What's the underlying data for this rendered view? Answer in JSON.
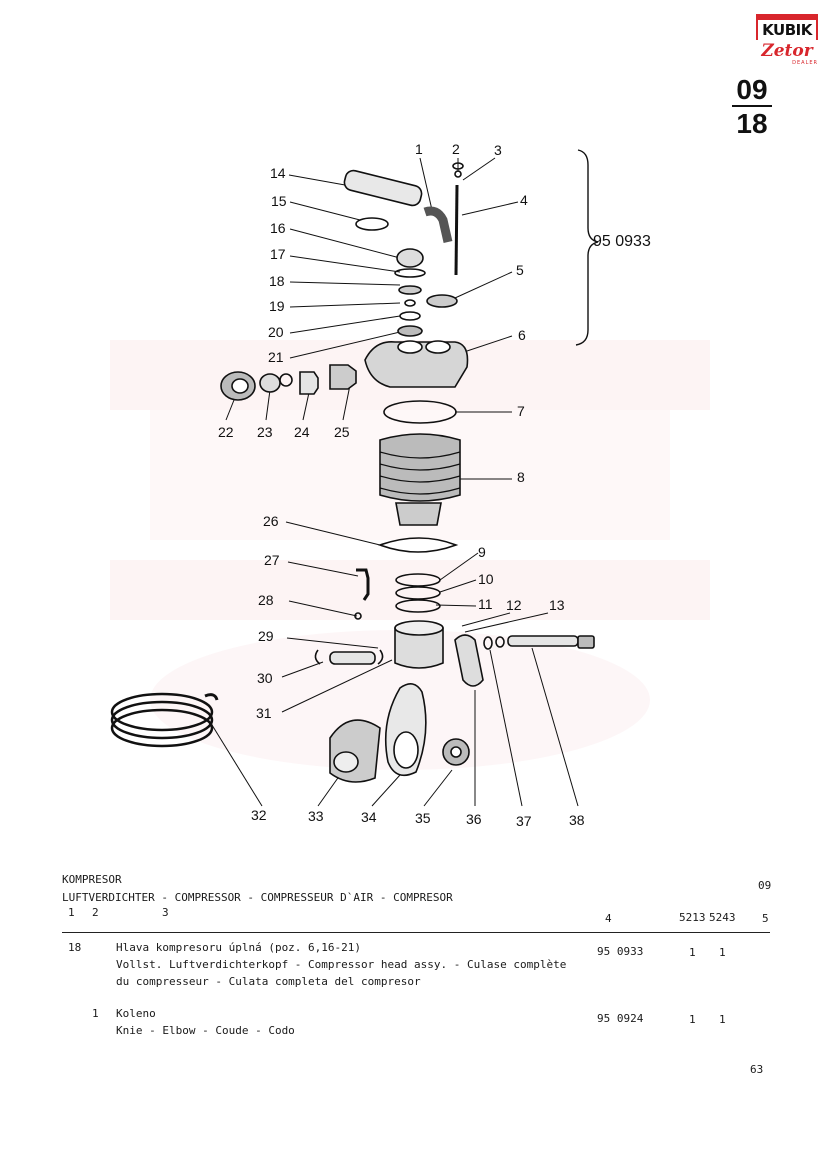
{
  "logo": {
    "brand": "KUBIK",
    "sub": "Zetor",
    "dealer": "DEALER"
  },
  "page_code": {
    "group": "09",
    "sheet": "18"
  },
  "diagram": {
    "labels": [
      "1",
      "2",
      "3",
      "4",
      "5",
      "6",
      "7",
      "8",
      "9",
      "10",
      "11",
      "12",
      "13",
      "14",
      "15",
      "16",
      "17",
      "18",
      "19",
      "20",
      "21",
      "22",
      "23",
      "24",
      "25",
      "26",
      "27",
      "28",
      "29",
      "30",
      "31",
      "32",
      "33",
      "34",
      "35",
      "36",
      "37",
      "38"
    ],
    "assembly_number": "95 0933"
  },
  "table": {
    "title": "KOMPRESOR",
    "subtitle": "LUFTVERDICHTER - COMPRESSOR - COMPRESSEUR D`AIR  - COMPRESOR",
    "group_code": "09",
    "headers": {
      "c1": "1",
      "c2": "2",
      "c3": "3",
      "c4": "4",
      "c5": "5213",
      "c6": "5243",
      "c7": "5"
    },
    "rows": [
      {
        "pos": "18",
        "qty_pos": "",
        "lines": [
          "Hlava kompresoru úplná (poz. 6,16-21)",
          "Vollst. Luftverdichterkopf - Compressor head assy. - Culase complète",
          "du compresseur - Culata completa del compresor"
        ],
        "part": "95 0933",
        "q1": "1",
        "q2": "1"
      },
      {
        "pos": "",
        "qty_pos": "1",
        "lines": [
          "Koleno",
          "Knie - Elbow - Coude - Codo"
        ],
        "part": "95 0924",
        "q1": "1",
        "q2": "1"
      }
    ]
  },
  "page_number": "63"
}
